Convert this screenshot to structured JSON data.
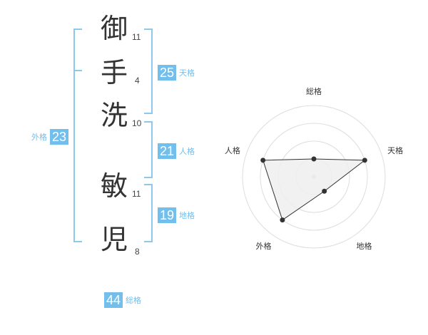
{
  "name": {
    "characters": [
      {
        "char": "御",
        "strokes": "11"
      },
      {
        "char": "手",
        "strokes": "4"
      },
      {
        "char": "洗",
        "strokes": "10"
      },
      {
        "char": "敏",
        "strokes": "11"
      },
      {
        "char": "児",
        "strokes": "8"
      }
    ]
  },
  "fortunes": {
    "tenkaku": {
      "value": "25",
      "label": "天格"
    },
    "jinkaku": {
      "value": "21",
      "label": "人格"
    },
    "chikaku": {
      "value": "19",
      "label": "地格"
    },
    "gaikaku": {
      "value": "23",
      "label": "外格"
    },
    "soukaku": {
      "value": "44",
      "label": "総格"
    }
  },
  "radar": {
    "axes": [
      "総格",
      "天格",
      "地格",
      "外格",
      "人格"
    ],
    "levels": 4,
    "values": [
      0.25,
      0.75,
      0.25,
      0.75,
      0.75
    ],
    "colors": {
      "fill": "#efefef",
      "line": "#333333",
      "grid": "#dddddd",
      "accent": "#72bfee"
    }
  }
}
